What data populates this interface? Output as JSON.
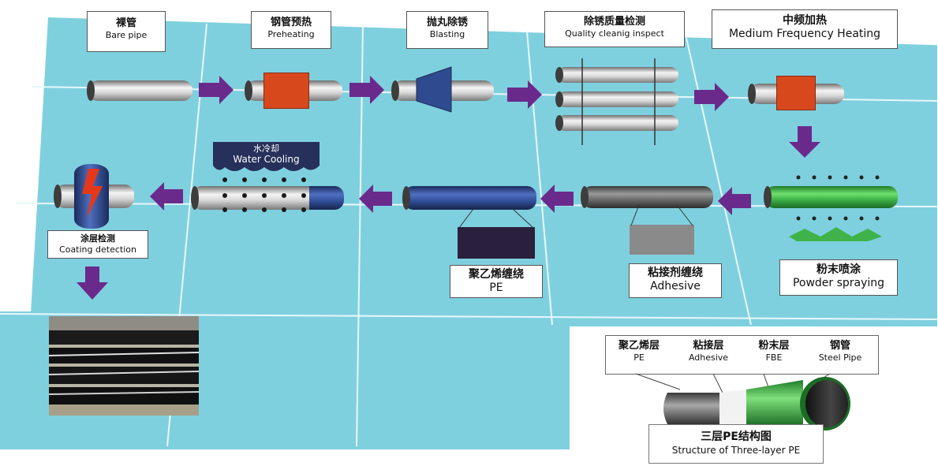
{
  "steps": {
    "bare_pipe": {
      "cn": "裸管",
      "en": "Bare pipe"
    },
    "preheating": {
      "cn": "钢管预热",
      "en": "Preheating"
    },
    "blasting": {
      "cn": "抛丸除锈",
      "en": "Blasting"
    },
    "quality": {
      "cn": "除锈质量检测",
      "en": "Quality cleanig inspect"
    },
    "heating": {
      "cn": "中频加热",
      "en": "Medium Frequency Heating"
    },
    "powder": {
      "cn": "粉末喷涂",
      "en": "Powder spraying"
    },
    "adhesive": {
      "cn": "粘接剂缠绕",
      "en": "Adhesive"
    },
    "pe": {
      "cn": "聚乙烯缠绕",
      "en": "PE"
    },
    "water": {
      "cn": "水冷却",
      "en": "Water Cooling"
    },
    "detection": {
      "cn": "涂层检测",
      "en": "Coating detection"
    }
  },
  "structure": {
    "layers": [
      {
        "cn": "聚乙烯层",
        "en": "PE"
      },
      {
        "cn": "粘接层",
        "en": "Adhesive"
      },
      {
        "cn": "粉末层",
        "en": "FBE"
      },
      {
        "cn": "钢管",
        "en": "Steel Pipe"
      }
    ],
    "title_cn": "三层PE结构图",
    "title_en": "Structure of Three-layer PE"
  },
  "colors": {
    "board": "#7fd0df",
    "arrow": "#6a2a8c",
    "block": "#d8481d",
    "pe": "#2f4a8e",
    "fbe": "#39a94a"
  }
}
